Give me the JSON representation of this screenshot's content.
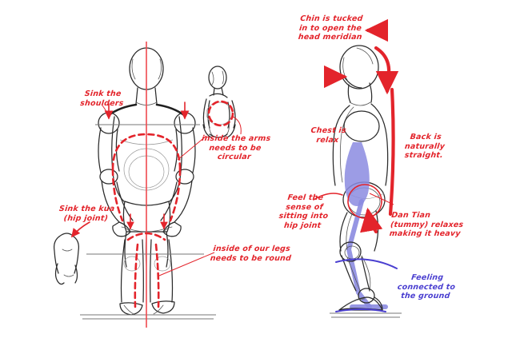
{
  "meta": {
    "title": "Standing Posture Alignment Diagram",
    "colors": {
      "annotation_red": "#e3242b",
      "annotation_blue": "#4a3fd0",
      "body_ink": "#2b2b2b",
      "energy_purple": "#8b8be0",
      "background": "#ffffff"
    }
  },
  "figures": {
    "front_view": {
      "name": "front-view-figure",
      "description": "Front view mannequin standing with arms rounded and knees slightly bent"
    },
    "small_three_quarter": {
      "name": "three-quarter-torso-figure",
      "description": "Small three quarter view torso showing circular arm enclosure"
    },
    "small_hip_detail": {
      "name": "hip-joint-detail-figure",
      "description": "Small side sketch of the hip joint folding"
    },
    "side_view": {
      "name": "side-view-figure",
      "description": "Side view mannequin showing straight back and purple energy line"
    }
  },
  "annotations": {
    "sink_shoulders": {
      "id": "sink-the-shoulders",
      "text": "Sink the\nshoulders",
      "color": "red"
    },
    "inside_arms": {
      "id": "inside-the-arms-circular",
      "text": "inside the arms\nneeds to be\ncircular",
      "color": "red"
    },
    "sink_kua": {
      "id": "sink-the-kua",
      "text": "Sink the kua\n(hip joint)",
      "color": "red"
    },
    "inside_legs": {
      "id": "inside-of-our-legs-round",
      "text": "inside of our legs\nneeds to be round",
      "color": "red"
    },
    "chin_tucked": {
      "id": "chin-is-tucked-in",
      "text": "Chin is tucked\nin to open the\nhead meridian",
      "color": "red"
    },
    "chest_relax": {
      "id": "chest-is-relax",
      "text": "Chest is\nrelax",
      "color": "red"
    },
    "back_straight": {
      "id": "back-is-naturally-straight",
      "text": "Back is\nnaturally\nstraight.",
      "color": "red"
    },
    "feel_sitting": {
      "id": "feel-the-sense-of-sitting",
      "text": "Feel the\nsense of\nsitting into\nhip joint",
      "color": "red"
    },
    "dan_tian": {
      "id": "dan-tian-tummy-relaxes",
      "text": "Dan Tian\n(tummy) relaxes\nmaking it heavy",
      "color": "red"
    },
    "ground": {
      "id": "feeling-connected-to-the-ground",
      "text": "Feeling\nconnected to\nthe ground",
      "color": "blue"
    }
  },
  "markings": {
    "center_line": "vertical-red-plumb-line",
    "chest_oval": "red-dashed-chest-oval",
    "leg_dashes": "red-dashed-inner-leg-lines",
    "back_line": "thick-red-back-line",
    "rotation_arrow": "red-curved-head-rotation-arrow",
    "ground_line": "blue-ground-contact-line"
  }
}
